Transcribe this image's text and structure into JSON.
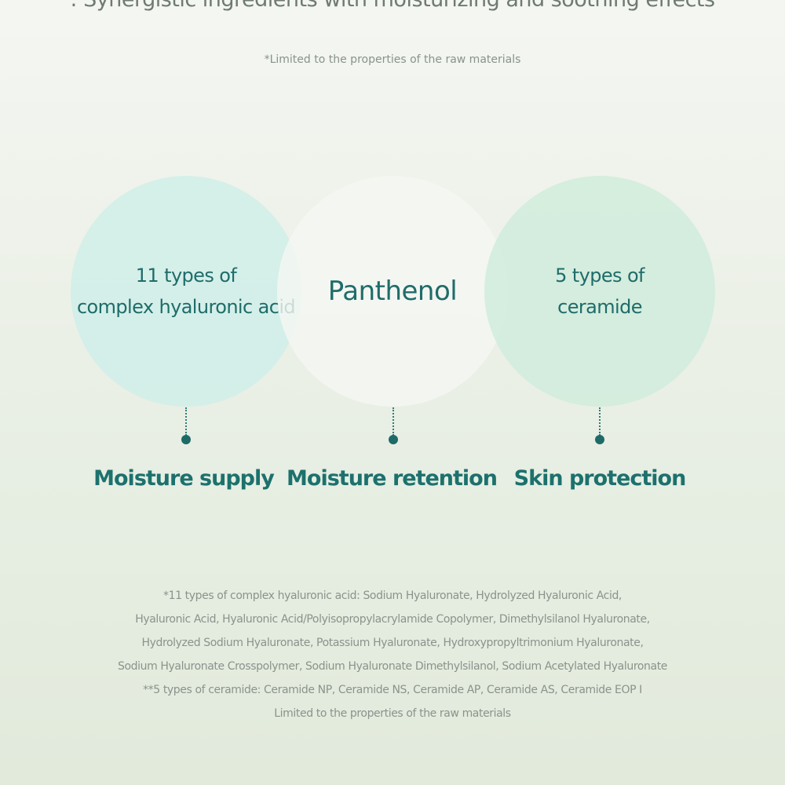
{
  "headline": ": Synergistic ingredients with moisturizing and soothing effects",
  "note_top": "*Limited to the properties of the raw materials",
  "ingredients": [
    {
      "label": "11 types of\ncomplex hyaluronic acid",
      "effect": "Moisture supply"
    },
    {
      "label": "Panthenol",
      "effect": "Moisture retention"
    },
    {
      "label": "5 types of\nceramide",
      "effect": "Skin protection"
    }
  ],
  "footnotes": [
    "*11 types of complex hyaluronic acid: Sodium Hyaluronate, Hydrolyzed Hyaluronic Acid,",
    "Hyaluronic Acid, Hyaluronic Acid/Polyisopropylacrylamide Copolymer, Dimethylsilanol Hyaluronate,",
    "Hydrolyzed Sodium Hyaluronate, Potassium Hyaluronate, Hydroxypropyltrimonium Hyaluronate,",
    "Sodium Hyaluronate Crosspolymer, Sodium Hyaluronate Dimethylsilanol, Sodium Acetylated Hyaluronate",
    "**5 types of ceramide: Ceramide NP, Ceramide NS, Ceramide AP, Ceramide AS, Ceramide EOP I",
    "Limited to the properties of the raw materials"
  ],
  "colors": {
    "accent": "#1c716d",
    "circle_left": "#d0eee9",
    "circle_mid": "#f5f8f3",
    "circle_right": "#d0ecdc",
    "note_text": "#8a928c"
  }
}
